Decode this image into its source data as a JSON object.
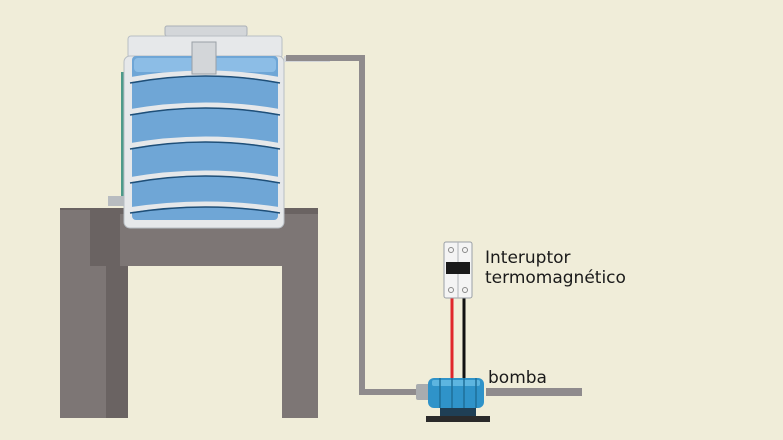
{
  "labels": {
    "breaker_line1": "Interuptor",
    "breaker_line2": "termomagnético",
    "pump": "bomba"
  },
  "colors": {
    "background": "#f0edd9",
    "stand": "#7d7675",
    "stand_dark": "#6a6362",
    "tank_body": "#e6e8ea",
    "tank_rim": "#d3d6d9",
    "water": "#6fa6d6",
    "water_light": "#8cbde6",
    "pipe": "#8f8b8d",
    "pump_blue": "#2f93c9",
    "pump_dark": "#1f6e99",
    "wire_red": "#e0262b",
    "wire_black": "#111111",
    "level_tube": "#4d9a8a"
  },
  "icons": {
    "tank": "water-tank-icon",
    "stand": "tank-stand-icon",
    "breaker": "circuit-breaker-icon",
    "pump": "water-pump-icon"
  }
}
